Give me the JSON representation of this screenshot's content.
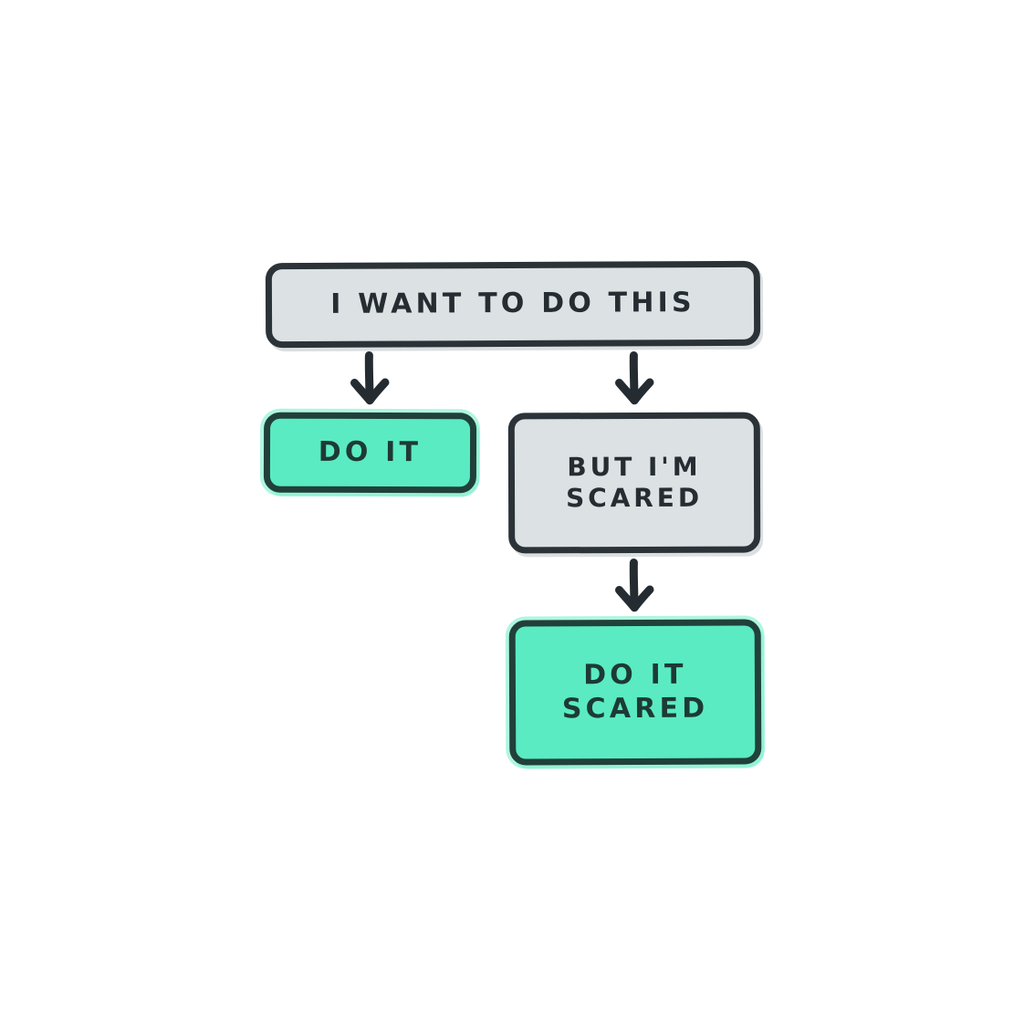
{
  "diagram": {
    "title": "Do It Scared flowchart",
    "background_color": "#ffffff",
    "palette": {
      "neutral_fill": "#dce1e4",
      "neutral_border": "#2b3338",
      "action_fill": "#5aebc3",
      "action_border": "#21403a",
      "text_dark": "#252d32",
      "arrow_color": "#242c31"
    },
    "nodes": [
      {
        "id": "want",
        "label": "I WANT TO DO THIS",
        "style": "neutral",
        "lines": 1
      },
      {
        "id": "doit",
        "label": "DO IT",
        "style": "action",
        "lines": 1
      },
      {
        "id": "scared",
        "label": "BUT I'M\nSCARED",
        "style": "neutral",
        "lines": 2
      },
      {
        "id": "doit_scared",
        "label": "DO IT\nSCARED",
        "style": "action",
        "lines": 2
      }
    ],
    "edges": [
      {
        "id": "edge-want-doit",
        "from": "want",
        "to": "doit",
        "icon": "arrow-down-icon"
      },
      {
        "id": "edge-want-scared",
        "from": "want",
        "to": "scared",
        "icon": "arrow-down-icon"
      },
      {
        "id": "edge-scared-doitscared",
        "from": "scared",
        "to": "doit_scared",
        "icon": "arrow-down-icon"
      }
    ]
  }
}
